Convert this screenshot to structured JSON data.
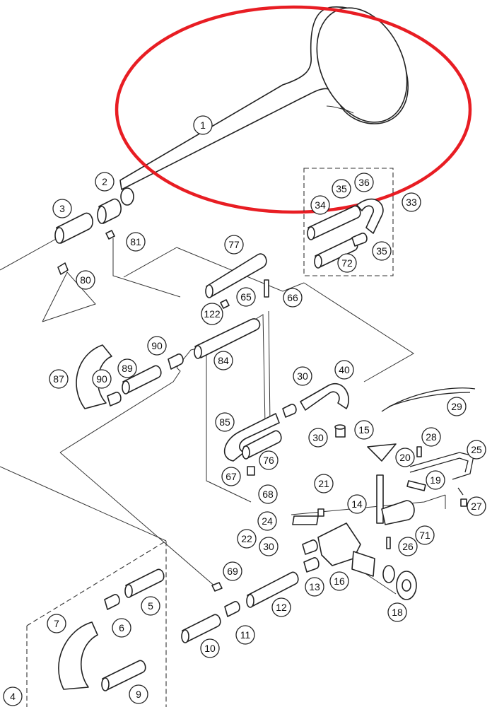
{
  "highlight_color": "#e81d23",
  "line_color": "#222222",
  "callouts": [
    {
      "id": "callout-1",
      "label": "1"
    },
    {
      "id": "callout-2",
      "label": "2"
    },
    {
      "id": "callout-3",
      "label": "3"
    },
    {
      "id": "callout-4",
      "label": "4"
    },
    {
      "id": "callout-5",
      "label": "5"
    },
    {
      "id": "callout-6",
      "label": "6"
    },
    {
      "id": "callout-7",
      "label": "7"
    },
    {
      "id": "callout-9",
      "label": "9"
    },
    {
      "id": "callout-10",
      "label": "10"
    },
    {
      "id": "callout-11",
      "label": "11"
    },
    {
      "id": "callout-12",
      "label": "12"
    },
    {
      "id": "callout-13",
      "label": "13"
    },
    {
      "id": "callout-14",
      "label": "14"
    },
    {
      "id": "callout-15",
      "label": "15"
    },
    {
      "id": "callout-16",
      "label": "16"
    },
    {
      "id": "callout-18",
      "label": "18"
    },
    {
      "id": "callout-19",
      "label": "19"
    },
    {
      "id": "callout-20",
      "label": "20"
    },
    {
      "id": "callout-21",
      "label": "21"
    },
    {
      "id": "callout-22",
      "label": "22"
    },
    {
      "id": "callout-24",
      "label": "24"
    },
    {
      "id": "callout-25",
      "label": "25"
    },
    {
      "id": "callout-26",
      "label": "26"
    },
    {
      "id": "callout-27",
      "label": "27"
    },
    {
      "id": "callout-28",
      "label": "28"
    },
    {
      "id": "callout-29",
      "label": "29"
    },
    {
      "id": "callout-30-a",
      "label": "30"
    },
    {
      "id": "callout-30-b",
      "label": "30"
    },
    {
      "id": "callout-30-c",
      "label": "30"
    },
    {
      "id": "callout-33",
      "label": "33"
    },
    {
      "id": "callout-34",
      "label": "34"
    },
    {
      "id": "callout-35-a",
      "label": "35"
    },
    {
      "id": "callout-35-b",
      "label": "35"
    },
    {
      "id": "callout-36",
      "label": "36"
    },
    {
      "id": "callout-40",
      "label": "40"
    },
    {
      "id": "callout-65",
      "label": "65"
    },
    {
      "id": "callout-66",
      "label": "66"
    },
    {
      "id": "callout-67",
      "label": "67"
    },
    {
      "id": "callout-68",
      "label": "68"
    },
    {
      "id": "callout-69",
      "label": "69"
    },
    {
      "id": "callout-71",
      "label": "71"
    },
    {
      "id": "callout-72",
      "label": "72"
    },
    {
      "id": "callout-76",
      "label": "76"
    },
    {
      "id": "callout-77",
      "label": "77"
    },
    {
      "id": "callout-80",
      "label": "80"
    },
    {
      "id": "callout-81",
      "label": "81"
    },
    {
      "id": "callout-84",
      "label": "84"
    },
    {
      "id": "callout-85",
      "label": "85"
    },
    {
      "id": "callout-87",
      "label": "87"
    },
    {
      "id": "callout-89",
      "label": "89"
    },
    {
      "id": "callout-90-a",
      "label": "90"
    },
    {
      "id": "callout-90-b",
      "label": "90"
    },
    {
      "id": "callout-122",
      "label": "122"
    }
  ]
}
